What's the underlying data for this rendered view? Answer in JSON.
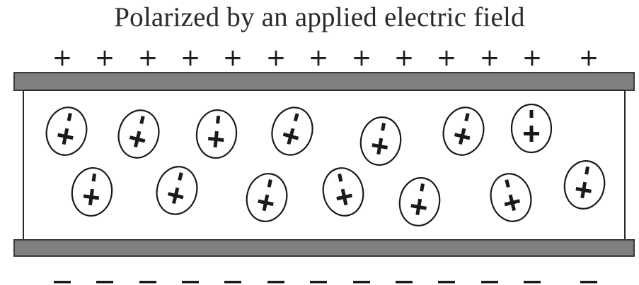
{
  "title": "Polarized by an applied electric field",
  "top_plate": {
    "charge_symbol": "+",
    "count": 13
  },
  "bottom_plate": {
    "charge_symbol": "−",
    "count": 13
  },
  "dipoles": {
    "count": 14,
    "positive_symbol": "+",
    "negative_symbol": "−"
  },
  "colors": {
    "plate_fill": "#808080",
    "plate_edge": "#3a3a3a",
    "ink": "#1a1a1a",
    "background": "#ffffff"
  }
}
